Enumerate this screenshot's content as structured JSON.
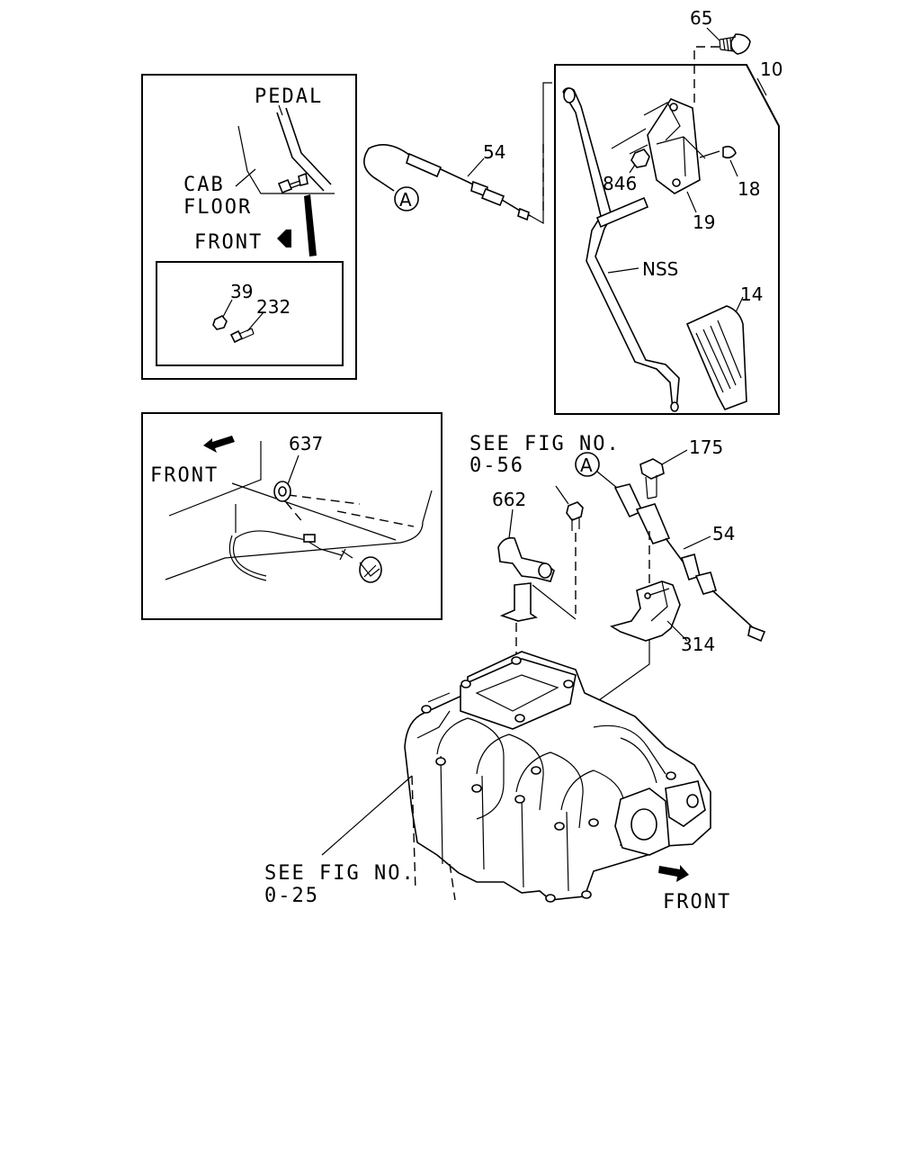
{
  "inset_top": {
    "pedal": "PEDAL",
    "cab": "CAB",
    "floor": "FLOOR",
    "front": "FRONT",
    "p39": "39",
    "p232": "232"
  },
  "inset_bottom": {
    "front": "FRONT",
    "p637": "637"
  },
  "pedal_assembly": {
    "p65": "65",
    "p10": "10",
    "p54": "54",
    "p846": "846",
    "p18": "18",
    "p19": "19",
    "nss": "NSS",
    "p14": "14",
    "callout_a": "A"
  },
  "manifold": {
    "see_fig_056_l1": "SEE FIG NO.",
    "see_fig_056_l2": "0-56",
    "callout_a": "A",
    "p175": "175",
    "p662": "662",
    "p54": "54",
    "p314": "314",
    "see_fig_025_l1": "SEE FIG NO.",
    "see_fig_025_l2": "0-25",
    "front": "FRONT"
  }
}
